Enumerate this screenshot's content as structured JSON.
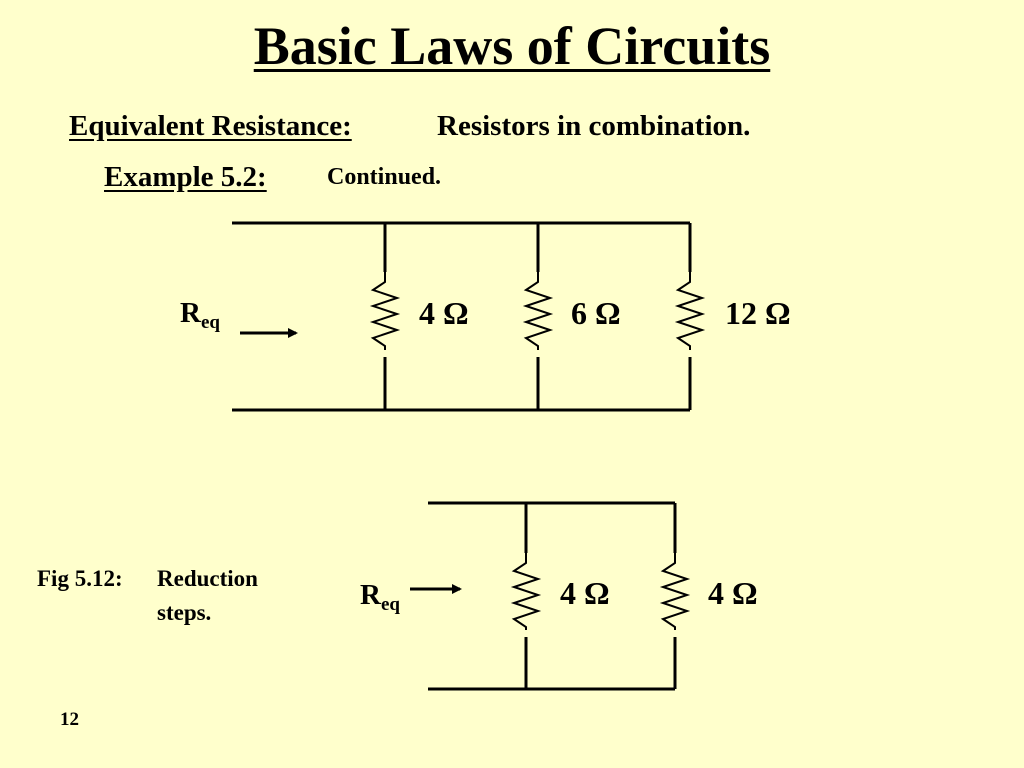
{
  "slide": {
    "title": "Basic Laws of Circuits",
    "subtitle_label": "Equivalent Resistance:",
    "subtitle_text": "Resistors in combination.",
    "example_label": "Example 5.2:",
    "example_text": "Continued.",
    "page_number": "12"
  },
  "circuit_top": {
    "req_main": "R",
    "req_sub": "eq",
    "resistors": [
      "4 Ω",
      "6 Ω",
      "12 Ω"
    ]
  },
  "circuit_bottom": {
    "req_main": "R",
    "req_sub": "eq",
    "resistors": [
      "4 Ω",
      "4 Ω"
    ]
  },
  "figure": {
    "label": "Fig 5.12:",
    "caption_line1": "Reduction",
    "caption_line2": "steps."
  }
}
